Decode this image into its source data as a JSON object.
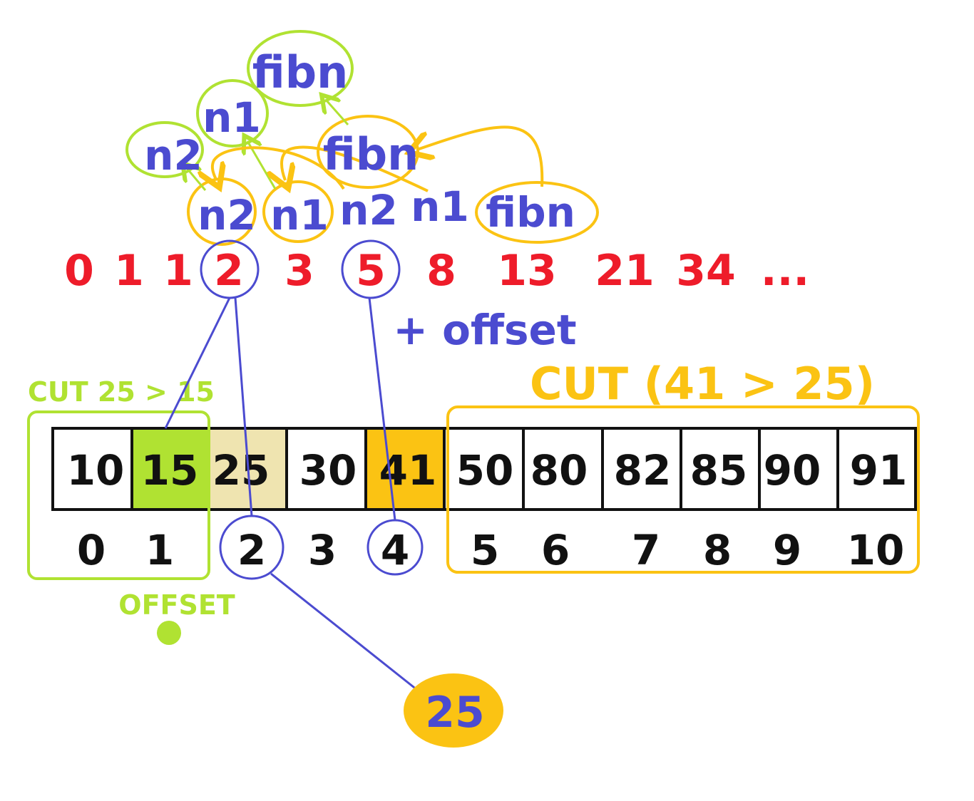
{
  "pointers": {
    "top_fibn": "fibn",
    "top_n1": "n1",
    "top_n2": "n2",
    "mid_fibn": "fibn",
    "low_n2_a": "n2",
    "low_n1_a": "n1",
    "low_n2_b": "n2",
    "low_n1_b": "n1",
    "low_fibn": "fibn"
  },
  "fibonacci": [
    "0",
    "1",
    "1",
    "2",
    "3",
    "5",
    "8",
    "13",
    "21",
    "34",
    "..."
  ],
  "offset_note": "+ offset",
  "left_cut_label": "CUT 25 > 15",
  "right_cut_label": "CUT (41 > 25)",
  "array": {
    "values": [
      "10",
      "15",
      "25",
      "30",
      "41",
      "50",
      "80",
      "82",
      "85",
      "90",
      "91"
    ],
    "indices": [
      "0",
      "1",
      "2",
      "3",
      "4",
      "5",
      "6",
      "7",
      "8",
      "9",
      "10"
    ]
  },
  "offset_label": "OFFSET",
  "target": "25",
  "colors": {
    "blue": "#4b4bd0",
    "red": "#ee1c2a",
    "green": "#b0e232",
    "gold": "#fbc313",
    "beige": "#efe4b0"
  }
}
